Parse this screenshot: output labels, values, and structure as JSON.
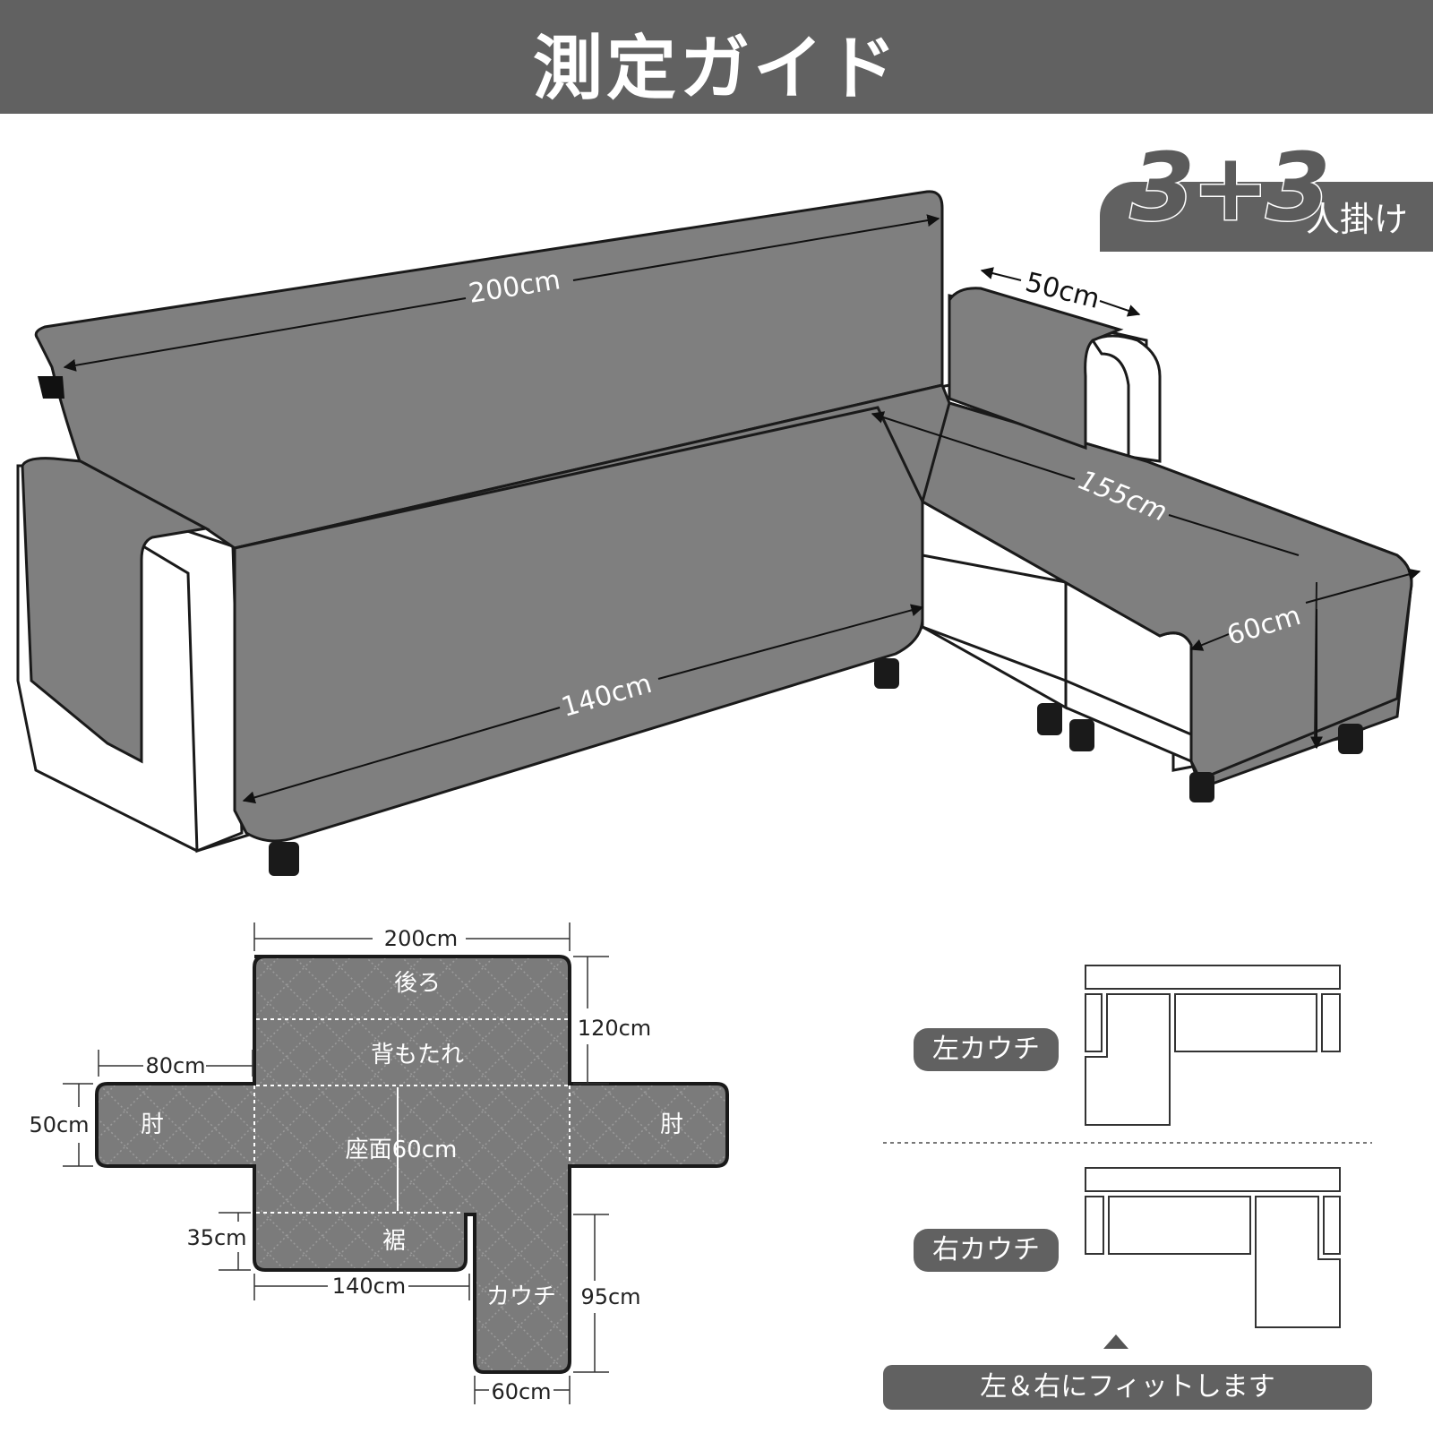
{
  "header": {
    "title": "測定ガイド"
  },
  "capacity": {
    "number": "3+3",
    "label": "人掛け"
  },
  "sofa_dimensions": {
    "back_length": "200cm",
    "armrest_width": "50cm",
    "chaise_length": "155cm",
    "seat_length": "140cm",
    "chaise_width": "60cm"
  },
  "pattern": {
    "sections": {
      "back": "後ろ",
      "backrest": "背もたれ",
      "arm_left": "肘",
      "arm_right": "肘",
      "seat": "座面60cm",
      "hem": "裾",
      "chaise": "カウチ"
    },
    "dimensions": {
      "top_width": "200cm",
      "back_height": "120cm",
      "arm_length": "80cm",
      "arm_height": "50cm",
      "hem_height": "35cm",
      "seat_width": "140cm",
      "chaise_length": "95cm",
      "chaise_width": "60cm"
    }
  },
  "orientation": {
    "left_label": "左カウチ",
    "right_label": "右カウチ",
    "fit_note": "左＆右にフィットします"
  },
  "colors": {
    "header_bg": "#616161",
    "cover_gray": "#7f7f7f",
    "outline": "#1a1a1a",
    "sofa_body": "#ffffff"
  }
}
